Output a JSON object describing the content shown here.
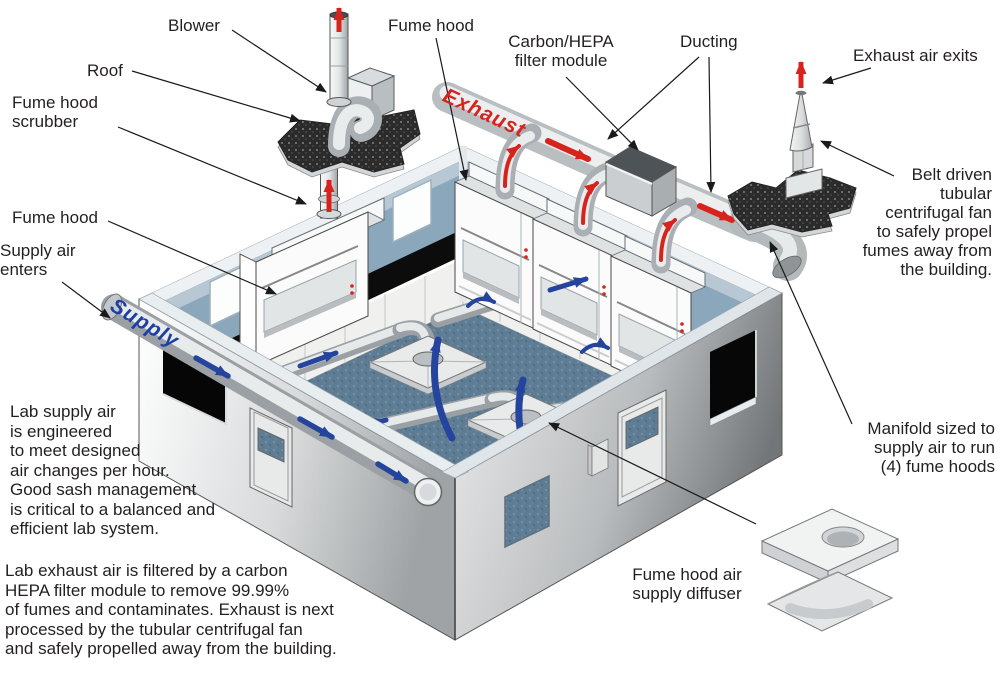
{
  "diagram": {
    "labels": {
      "blower": "Blower",
      "roof": "Roof",
      "fume_hood_scrubber": "Fume hood\nscrubber",
      "fume_hood_left": "Fume hood",
      "supply_air_enters": "Supply air\nenters",
      "fume_hood_top": "Fume hood",
      "carbon_hepa": "Carbon/HEPA\nfilter module",
      "ducting": "Ducting",
      "exhaust_air_exits": "Exhaust air exits",
      "belt_driven_fan": "Belt driven\ntubular\ncentrifugal fan\nto safely propel\nfumes away from\nthe building.",
      "manifold": "Manifold sized to\nsupply air to run\n(4) fume hoods",
      "diffuser": "Fume hood air\nsupply diffuser"
    },
    "duct_labels": {
      "supply": "Supply",
      "exhaust": "Exhaust"
    },
    "paragraphs": {
      "supply_note": "Lab supply air\nis engineered\nto meet designed\nair changes per hour.\nGood sash management\nis critical to a balanced and\nefficient lab system.",
      "exhaust_note": "Lab exhaust air is filtered by a carbon\nHEPA filter module to remove 99.99%\nof fumes and contaminates. Exhaust is next\nprocessed by the tubular centrifugal fan\nand safely propelled away from the building."
    },
    "colors": {
      "exhaust_red": "#d8231d",
      "supply_blue": "#1e3fa2",
      "arrow_blue": "#24449e",
      "interior_wall_blue": "#8ba7bc",
      "ledge_blue": "#b7c7d3",
      "floor_slate": "#5e7d94",
      "ink": "#231f20"
    }
  }
}
